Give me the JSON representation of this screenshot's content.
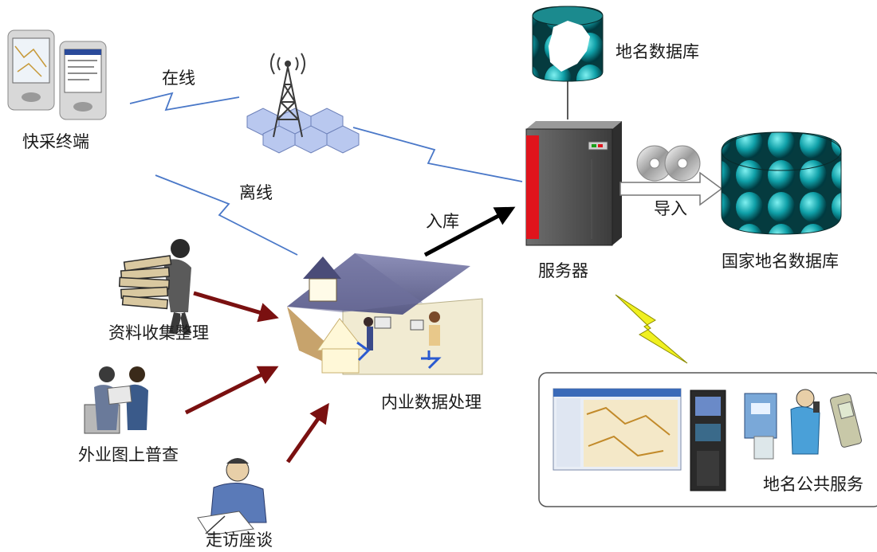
{
  "labels": {
    "terminal": "快采终端",
    "online": "在线",
    "offline": "离线",
    "geo_db": "地名数据库",
    "server": "服务器",
    "import": "导入",
    "national_db": "国家地名数据库",
    "ingest": "入库",
    "collect": "资料收集整理",
    "office": "内业数据处理",
    "field": "外业图上普查",
    "interview": "走访座谈",
    "public": "地名公共服务"
  },
  "colors": {
    "wireless_link": "#4a78c8",
    "data_arrow": "#7a1010",
    "ingest_arrow": "#000000",
    "lightning": "#e8e800",
    "database_fill": "#0f6b6f",
    "server_accent": "#e0141c"
  },
  "icons": [
    "handheld-terminal-icon",
    "radio-tower-icon",
    "server-icon",
    "disc-icon",
    "database-icon",
    "building-icon",
    "person-books-icon",
    "people-reviewing-map-icon",
    "person-writing-icon",
    "map-screen-icon",
    "kiosk-icon",
    "telephone-icon",
    "mobile-phone-icon"
  ]
}
